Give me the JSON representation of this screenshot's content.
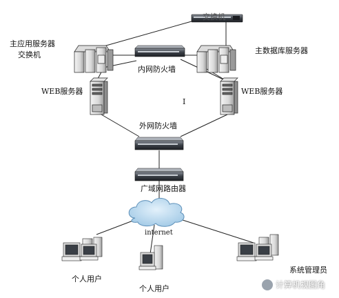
{
  "labels": {
    "switch": "交换机",
    "main_app_server": "主应用服务器",
    "switch_left": "交换机",
    "main_db_server": "主数据库服务器",
    "intranet_firewall": "内网防火墙",
    "web_server_left": "WEB服务器",
    "web_server_right": "WEB服务器",
    "separator": "I",
    "external_firewall": "外网防火墙",
    "wan_router": "广域网路由器",
    "internet": "internet",
    "personal_user_left": "个人用户",
    "personal_user_bottom": "个人用户",
    "system_admin": "系统管理员"
  },
  "watermark": {
    "text": "计算机视图角",
    "icon": "wechat-icon"
  }
}
